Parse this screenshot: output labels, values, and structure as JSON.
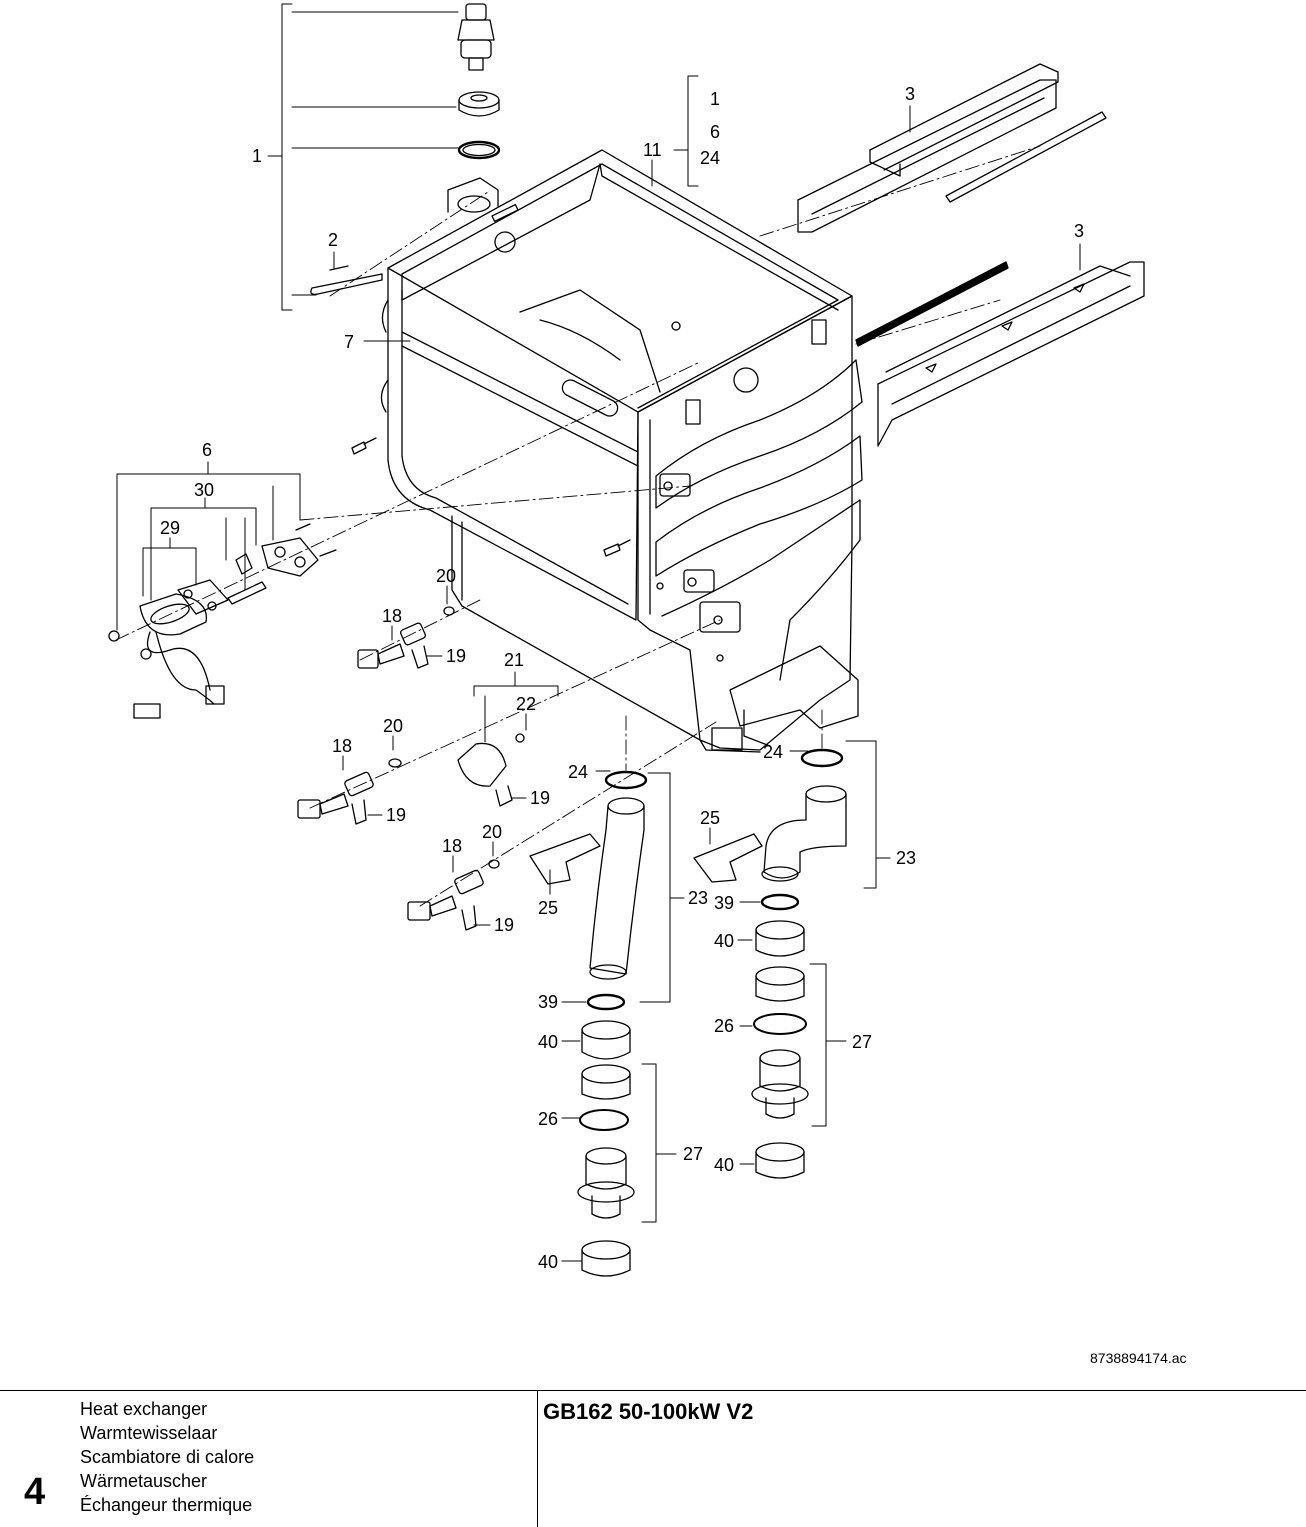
{
  "callouts": [
    {
      "id": "c-1a",
      "text": "1"
    },
    {
      "id": "c-2",
      "text": "2"
    },
    {
      "id": "c-7",
      "text": "7"
    },
    {
      "id": "c-11",
      "text": "11"
    },
    {
      "id": "c-1b",
      "text": "1"
    },
    {
      "id": "c-6b",
      "text": "6"
    },
    {
      "id": "c-24a",
      "text": "24"
    },
    {
      "id": "c-3a",
      "text": "3"
    },
    {
      "id": "c-3b",
      "text": "3"
    },
    {
      "id": "c-6",
      "text": "6"
    },
    {
      "id": "c-30",
      "text": "30"
    },
    {
      "id": "c-29",
      "text": "29"
    },
    {
      "id": "c-20a",
      "text": "20"
    },
    {
      "id": "c-18a",
      "text": "18"
    },
    {
      "id": "c-19a",
      "text": "19"
    },
    {
      "id": "c-21",
      "text": "21"
    },
    {
      "id": "c-22",
      "text": "22"
    },
    {
      "id": "c-20b",
      "text": "20"
    },
    {
      "id": "c-18b",
      "text": "18"
    },
    {
      "id": "c-19b",
      "text": "19"
    },
    {
      "id": "c-19c",
      "text": "19"
    },
    {
      "id": "c-20c",
      "text": "20"
    },
    {
      "id": "c-18c",
      "text": "18"
    },
    {
      "id": "c-19d",
      "text": "19"
    },
    {
      "id": "c-24b",
      "text": "24"
    },
    {
      "id": "c-24c",
      "text": "24"
    },
    {
      "id": "c-25a",
      "text": "25"
    },
    {
      "id": "c-25b",
      "text": "25"
    },
    {
      "id": "c-23a",
      "text": "23"
    },
    {
      "id": "c-23b",
      "text": "23"
    },
    {
      "id": "c-39a",
      "text": "39"
    },
    {
      "id": "c-39b",
      "text": "39"
    },
    {
      "id": "c-40a",
      "text": "40"
    },
    {
      "id": "c-40b",
      "text": "40"
    },
    {
      "id": "c-26a",
      "text": "26"
    },
    {
      "id": "c-26b",
      "text": "26"
    },
    {
      "id": "c-27a",
      "text": "27"
    },
    {
      "id": "c-27b",
      "text": "27"
    },
    {
      "id": "c-40c",
      "text": "40"
    },
    {
      "id": "c-40d",
      "text": "40"
    }
  ],
  "drawing_code": "8738894174.ac",
  "footer": {
    "page_number": "4",
    "titles": [
      "Heat exchanger",
      "Warmtewisselaar",
      "Scambiatore di calore",
      "Wärmetauscher",
      "Échangeur thermique"
    ],
    "model": "GB162 50-100kW V2"
  }
}
